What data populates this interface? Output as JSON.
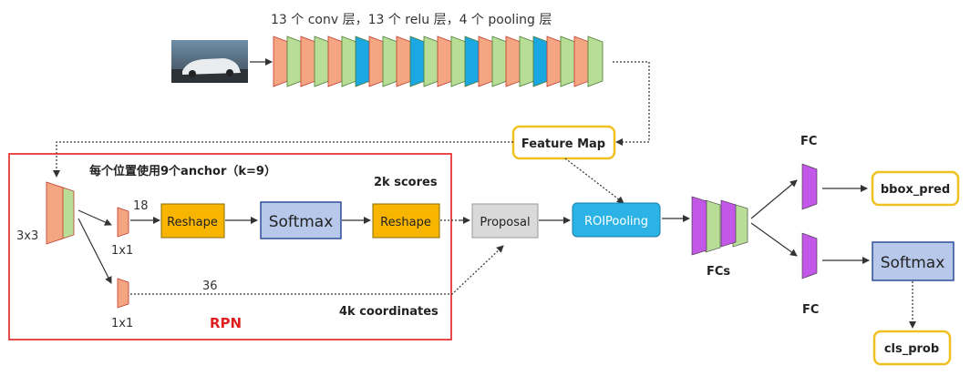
{
  "header": {
    "caption": "13 个 conv 层，13 个 relu 层，4 个 pooling 层"
  },
  "colors": {
    "orange_layer": "#f4a582",
    "green_layer": "#b8dd96",
    "cyan_layer": "#1ba7e1",
    "purple_layer": "#c257e8",
    "reshape_fill": "#f7b500",
    "softmax_fill": "#b7c8ea",
    "proposal_fill": "#d9d9d9",
    "roi_fill": "#2bb3e6",
    "yellow_border": "#f0c020",
    "rpn_border": "#e02020",
    "rpn_label": "#e02020",
    "arrow": "#333333"
  },
  "icons": {
    "input_image": "car-photo-icon"
  },
  "labels": {
    "feature_map": "Feature Map",
    "anchor_note": "每个位置使用9个anchor（k=9）",
    "scores_note": "2k scores",
    "coords_note": "4k coordinates",
    "rpn": "RPN",
    "conv3x3": "3x3",
    "conv1x1_top": "1x1",
    "conv1x1_bottom": "1x1",
    "ch18": "18",
    "ch36": "36",
    "reshape1": "Reshape",
    "softmax_rpn": "Softmax",
    "reshape2": "Reshape",
    "proposal": "Proposal",
    "roipooling": "ROIPooling",
    "fcs": "FCs",
    "fc_top": "FC",
    "fc_bottom": "FC",
    "bbox_pred": "bbox_pred",
    "softmax_cls": "Softmax",
    "cls_prob": "cls_prob"
  },
  "backbone_layers": [
    "orange",
    "green",
    "orange",
    "green",
    "orange",
    "green",
    "cyan",
    "orange",
    "green",
    "orange",
    "cyan",
    "green",
    "orange",
    "green",
    "cyan",
    "orange",
    "green",
    "orange",
    "green",
    "cyan",
    "orange",
    "green",
    "orange",
    "green"
  ]
}
